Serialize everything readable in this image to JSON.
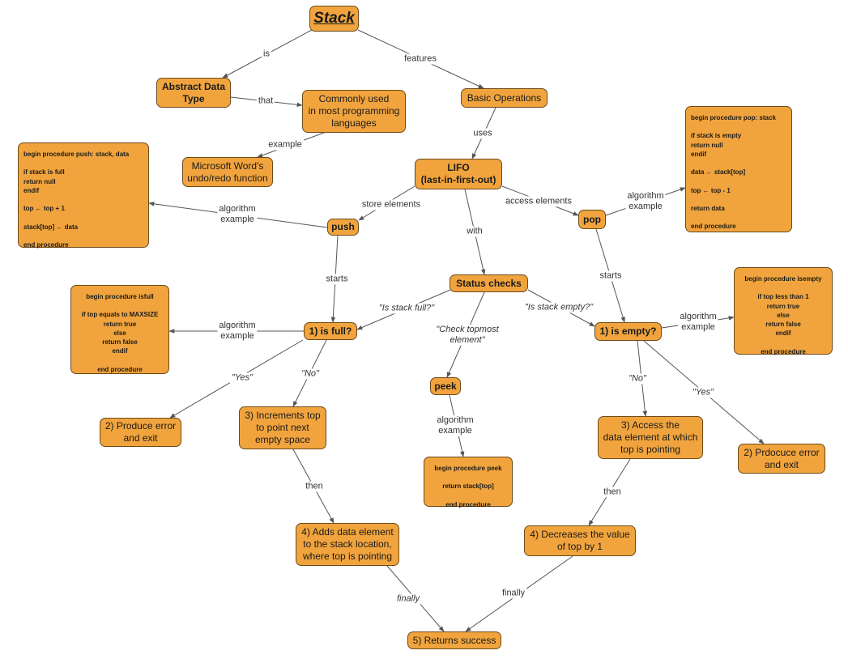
{
  "nodes": {
    "stack": "Stack",
    "adt": "Abstract Data\nType",
    "common": "Commonly used\nin most programming\nlanguages",
    "msword": "Microsoft Word's\nundo/redo function",
    "basic_ops": "Basic Operations",
    "lifo": "LIFO\n(last-in-first-out)",
    "push": "push",
    "pop": "pop",
    "status": "Status checks",
    "isfull": "1) is full?",
    "isempty": "1) is empty?",
    "peek": "peek",
    "produce_error": "2) Produce error\nand exit",
    "increments": "3) Increments top\nto point next\nempty space",
    "adds": "4) Adds data element\nto the stack location,\nwhere top is pointing",
    "access": "3) Access the\ndata element at which\ntop is pointing",
    "prdocuce_error": "2) Prdocuce error\nand exit",
    "decreases": "4) Decreases the value\nof top by 1",
    "returns": "5) Returns success",
    "code_push": "begin procedure push: stack, data\n\n        if stack is full\n            return null\n        endif\n\n        top ← top + 1\n\n        stack[top] ← data\n\n        end procedure",
    "code_pop": "begin procedure pop: stack\n\n        if stack is empty\n            return null\n        endif\n\n        data ← stack[top]\n\n        top ← top - 1\n\n        return data\n\n        end procedure",
    "code_isfull": "begin procedure isfull\n\nif top equals to MAXSIZE\nreturn true\nelse\nreturn false\nendif\n\nend procedure",
    "code_isempty": "begin procedure isempty\n\nif top less than 1\nreturn true\nelse\nreturn false\nendif\n\nend procedure",
    "code_peek": "begin procedure peek\n\nreturn stack[top]\n\nend procedure"
  },
  "edge_labels": {
    "is": "is",
    "features": "features",
    "that": "that",
    "example": "example",
    "uses": "uses",
    "store_elements": "store elements",
    "access_elements": "access elements",
    "with": "with",
    "push_algo": "algorithm\nexample",
    "pop_algo": "algorithm\nexample",
    "push_starts": "starts",
    "pop_starts": "starts",
    "is_stack_full": "\"Is stack full?\"",
    "check_top": "\"Check topmost\nelement\"",
    "is_stack_empty": "\"Is stack empty?\"",
    "full_algo": "algorithm\nexample",
    "empty_algo": "algorithm\nexample",
    "peek_algo": "algorithm\nexample",
    "full_yes": "\"Yes\"",
    "full_no": "\"No\"",
    "empty_no": "\"No\"",
    "empty_yes": "\"Yes\"",
    "then_left": "then",
    "then_right": "then",
    "finally_left": "finally",
    "finally_right": "finally"
  },
  "colors": {
    "node_fill": "#f1a43d",
    "node_border": "#6b4a1a",
    "edge": "#555555",
    "background": "#ffffff"
  }
}
